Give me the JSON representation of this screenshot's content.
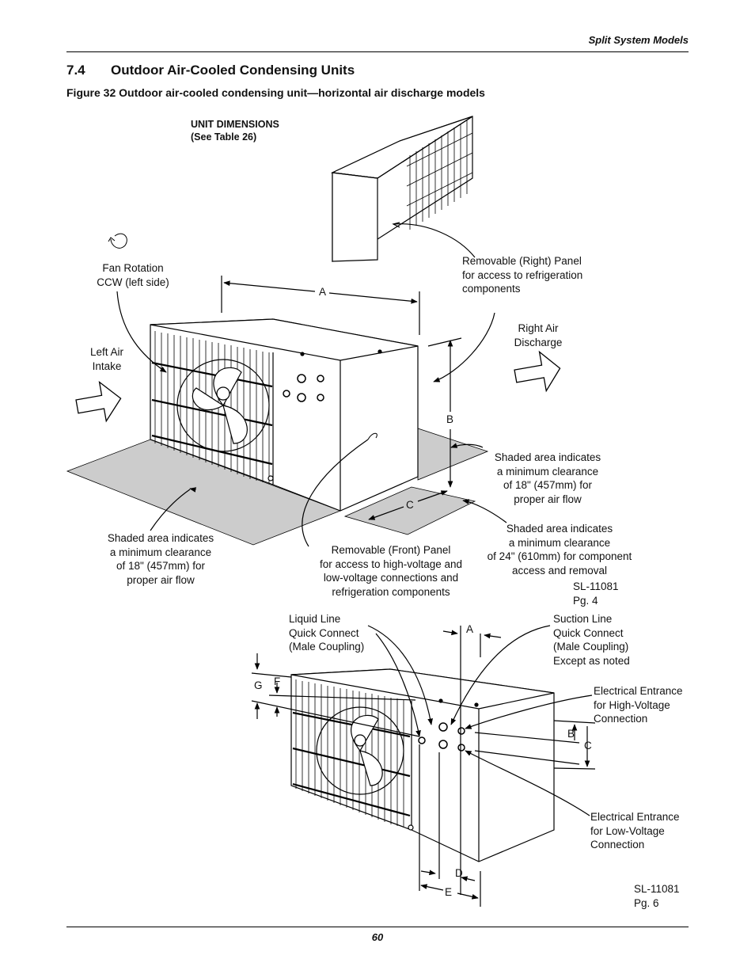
{
  "header": {
    "running_title": "Split System Models"
  },
  "section": {
    "number": "7.4",
    "title": "Outdoor Air-Cooled Condensing Units"
  },
  "figure": {
    "caption": "Figure 32  Outdoor air-cooled condensing unit—horizontal air discharge models"
  },
  "diagram_top": {
    "unit_dims_1": "UNIT DIMENSIONS",
    "unit_dims_2": "(See Table 26)",
    "fan_rot_1": "Fan Rotation",
    "fan_rot_2": "CCW (left side)",
    "right_panel_1": "Removable (Right) Panel",
    "right_panel_2": "for access to refrigeration",
    "right_panel_3": "components",
    "right_air_1": "Right Air",
    "right_air_2": "Discharge",
    "left_air_1": "Left Air",
    "left_air_2": "Intake",
    "dim_a": "A",
    "dim_b": "B",
    "dim_c": "C",
    "shade_right_1": "Shaded area indicates",
    "shade_right_2": "a minimum clearance",
    "shade_right_3": "of 18\" (457mm) for",
    "shade_right_4": "proper air flow",
    "shade_front_1": "Shaded area indicates",
    "shade_front_2": "a minimum clearance",
    "shade_front_3": "of 24\" (610mm) for component",
    "shade_front_4": "access and removal",
    "shade_left_1": "Shaded area indicates",
    "shade_left_2": "a minimum clearance",
    "shade_left_3": "of 18\" (457mm) for",
    "shade_left_4": "proper air flow",
    "front_panel_1": "Removable (Front) Panel",
    "front_panel_2": "for access to high-voltage and",
    "front_panel_3": "low-voltage connections and",
    "front_panel_4": "refrigeration components",
    "ref_1": "SL-11081",
    "ref_2": "Pg. 4"
  },
  "diagram_bottom": {
    "liquid_1": "Liquid Line",
    "liquid_2": "Quick Connect",
    "liquid_3": "(Male Coupling)",
    "suction_1": "Suction Line",
    "suction_2": "Quick Connect",
    "suction_3": "(Male Coupling)",
    "suction_4": "Except as noted",
    "dim_a": "A",
    "dim_b": "B",
    "dim_c": "C",
    "dim_d": "D",
    "dim_e": "E",
    "dim_f": "F",
    "dim_g": "G",
    "hv_1": "Electrical Entrance",
    "hv_2": "for High-Voltage",
    "hv_3": "Connection",
    "lv_1": "Electrical Entrance",
    "lv_2": "for Low-Voltage",
    "lv_3": "Connection",
    "ref_1": "SL-11081",
    "ref_2": "Pg. 6"
  },
  "footer": {
    "page_number": "60"
  }
}
